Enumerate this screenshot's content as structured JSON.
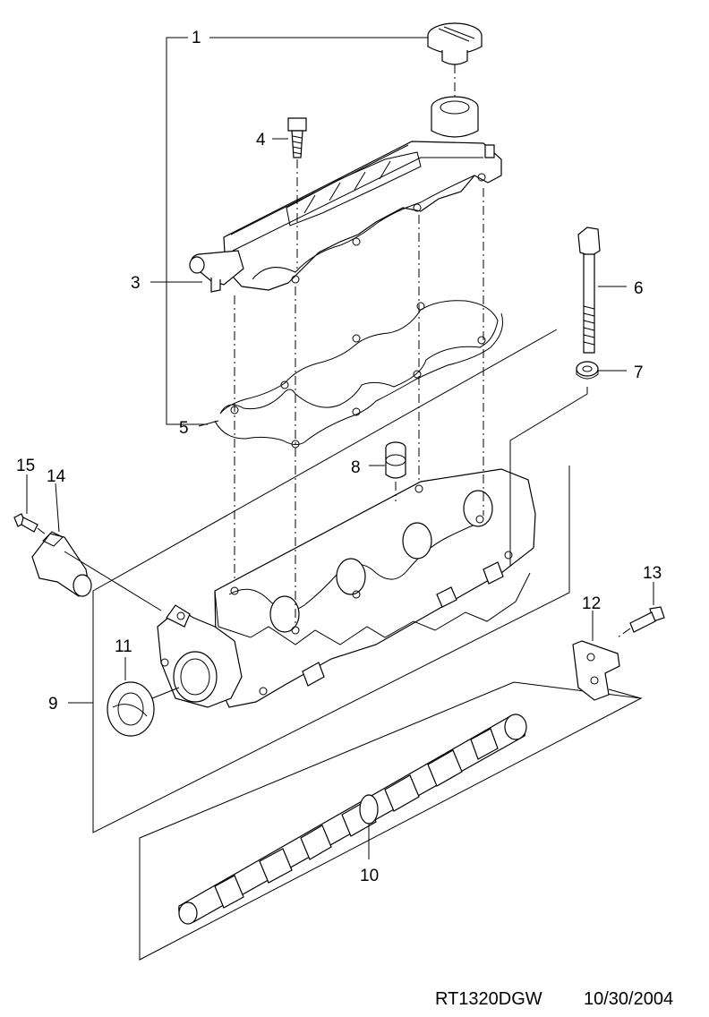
{
  "drawing_code": "RT1320DGW",
  "drawing_date": "10/30/2004",
  "callouts": [
    "1",
    "3",
    "4",
    "5",
    "6",
    "7",
    "8",
    "9",
    "10",
    "11",
    "12",
    "13",
    "14",
    "15"
  ],
  "colors": {
    "line": "#000000",
    "background": "#ffffff"
  }
}
